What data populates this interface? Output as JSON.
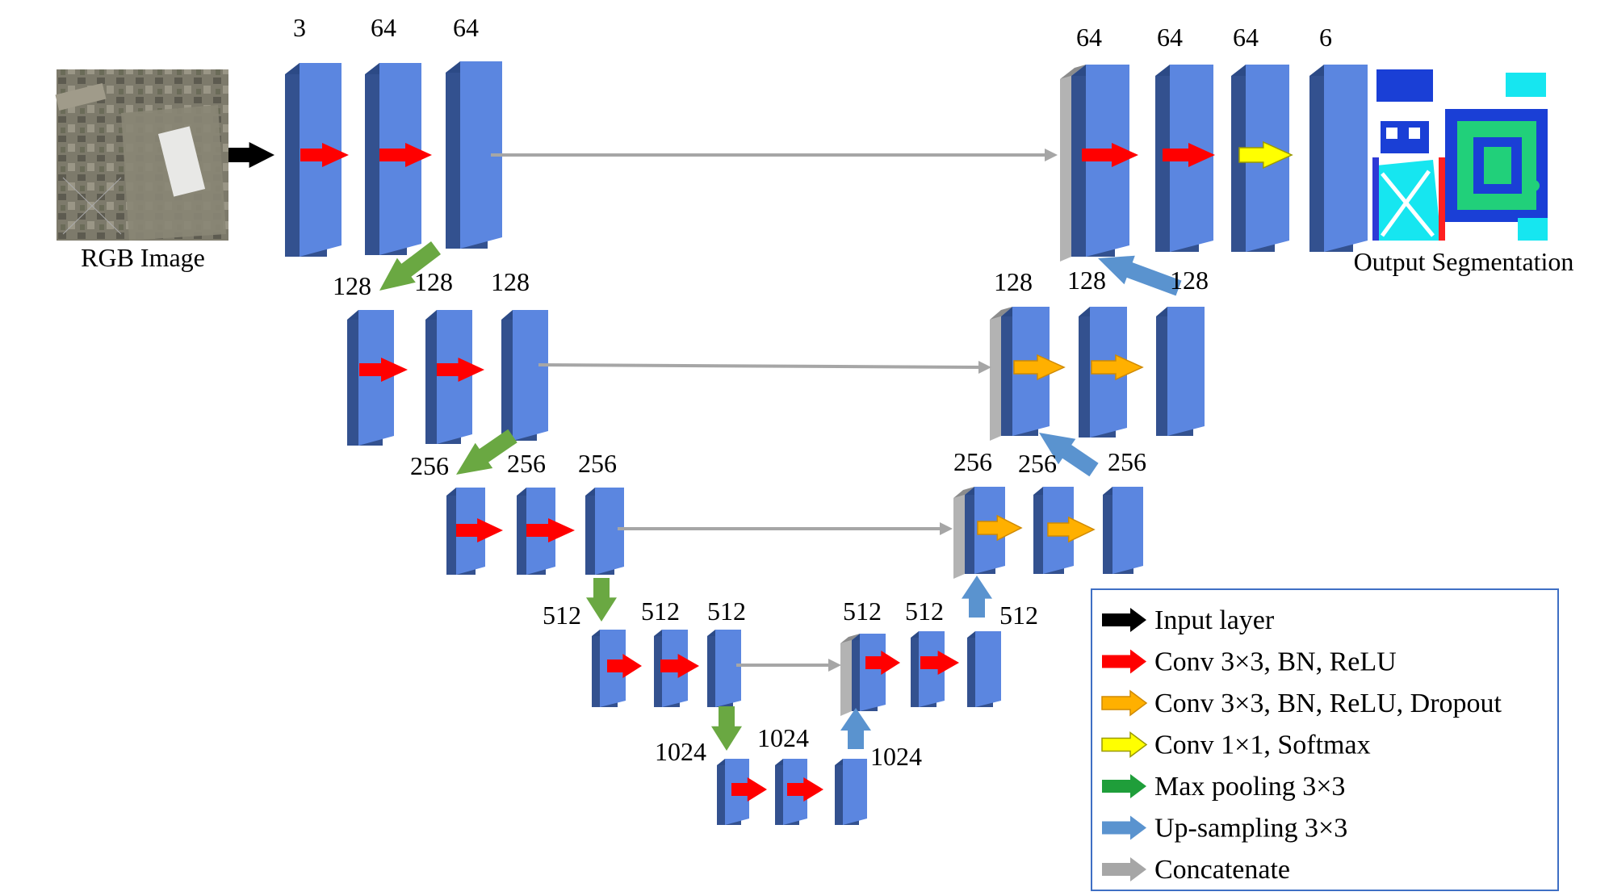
{
  "input_caption": "RGB Image",
  "output_caption": "Output Segmentation",
  "layer_labels": {
    "enc1": [
      "3",
      "64",
      "64"
    ],
    "enc2": [
      "128",
      "128",
      "128"
    ],
    "enc3": [
      "256",
      "256",
      "256"
    ],
    "enc4": [
      "512",
      "512",
      "512"
    ],
    "bottleneck": [
      "1024",
      "1024",
      "1024"
    ],
    "dec4": [
      "512",
      "512",
      "512"
    ],
    "dec3": [
      "256",
      "256",
      "256"
    ],
    "dec2": [
      "128",
      "128",
      "128"
    ],
    "dec1": [
      "64",
      "64",
      "64",
      "6"
    ]
  },
  "legend": [
    {
      "label": "Input layer",
      "color": "#000000"
    },
    {
      "label": "Conv 3×3, BN, ReLU",
      "color": "#ff0000"
    },
    {
      "label": "Conv 3×3, BN, ReLU, Dropout",
      "color": "#ffb000"
    },
    {
      "label": "Conv 1×1, Softmax",
      "color": "#ffff00"
    },
    {
      "label": "Max pooling 3×3",
      "color": "#1f9e3a"
    },
    {
      "label": "Up-sampling 3×3",
      "color": "#4f8fd0"
    },
    {
      "label": "Concatenate",
      "color": "#a6a6a6"
    }
  ],
  "colors": {
    "block_front": "#5b86e0",
    "block_side": "#33518f",
    "block_top": "#2c4a86",
    "concat_gray": "#b3b3b3",
    "conv_arrow": "#ff0000",
    "dropout_arrow": "#ffb000",
    "softmax_arrow": "#ffff00",
    "pool_arrow": "#6aa842",
    "up_arrow": "#5a93cf",
    "concat_arrow": "#a6a6a6",
    "legend_border": "#3f6fc4"
  }
}
